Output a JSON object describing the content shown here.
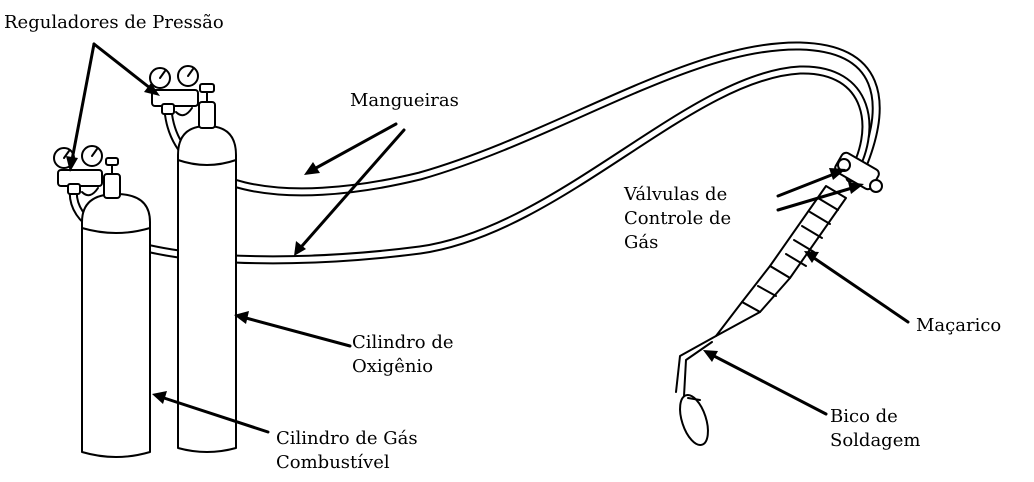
{
  "labels": {
    "regulators": "Reguladores de Pressão",
    "hoses": "Mangueiras",
    "valves": [
      "Válvulas de",
      "Controle de",
      "Gás"
    ],
    "torch": "Maçarico",
    "oxygen_cylinder": [
      "Cilindro de",
      "Oxigênio"
    ],
    "fuel_cylinder": [
      "Cilindro de Gás",
      "Combustível"
    ],
    "tip": [
      "Bico de",
      "Soldagem"
    ]
  },
  "colors": {
    "line": "#000000",
    "background": "#ffffff"
  }
}
